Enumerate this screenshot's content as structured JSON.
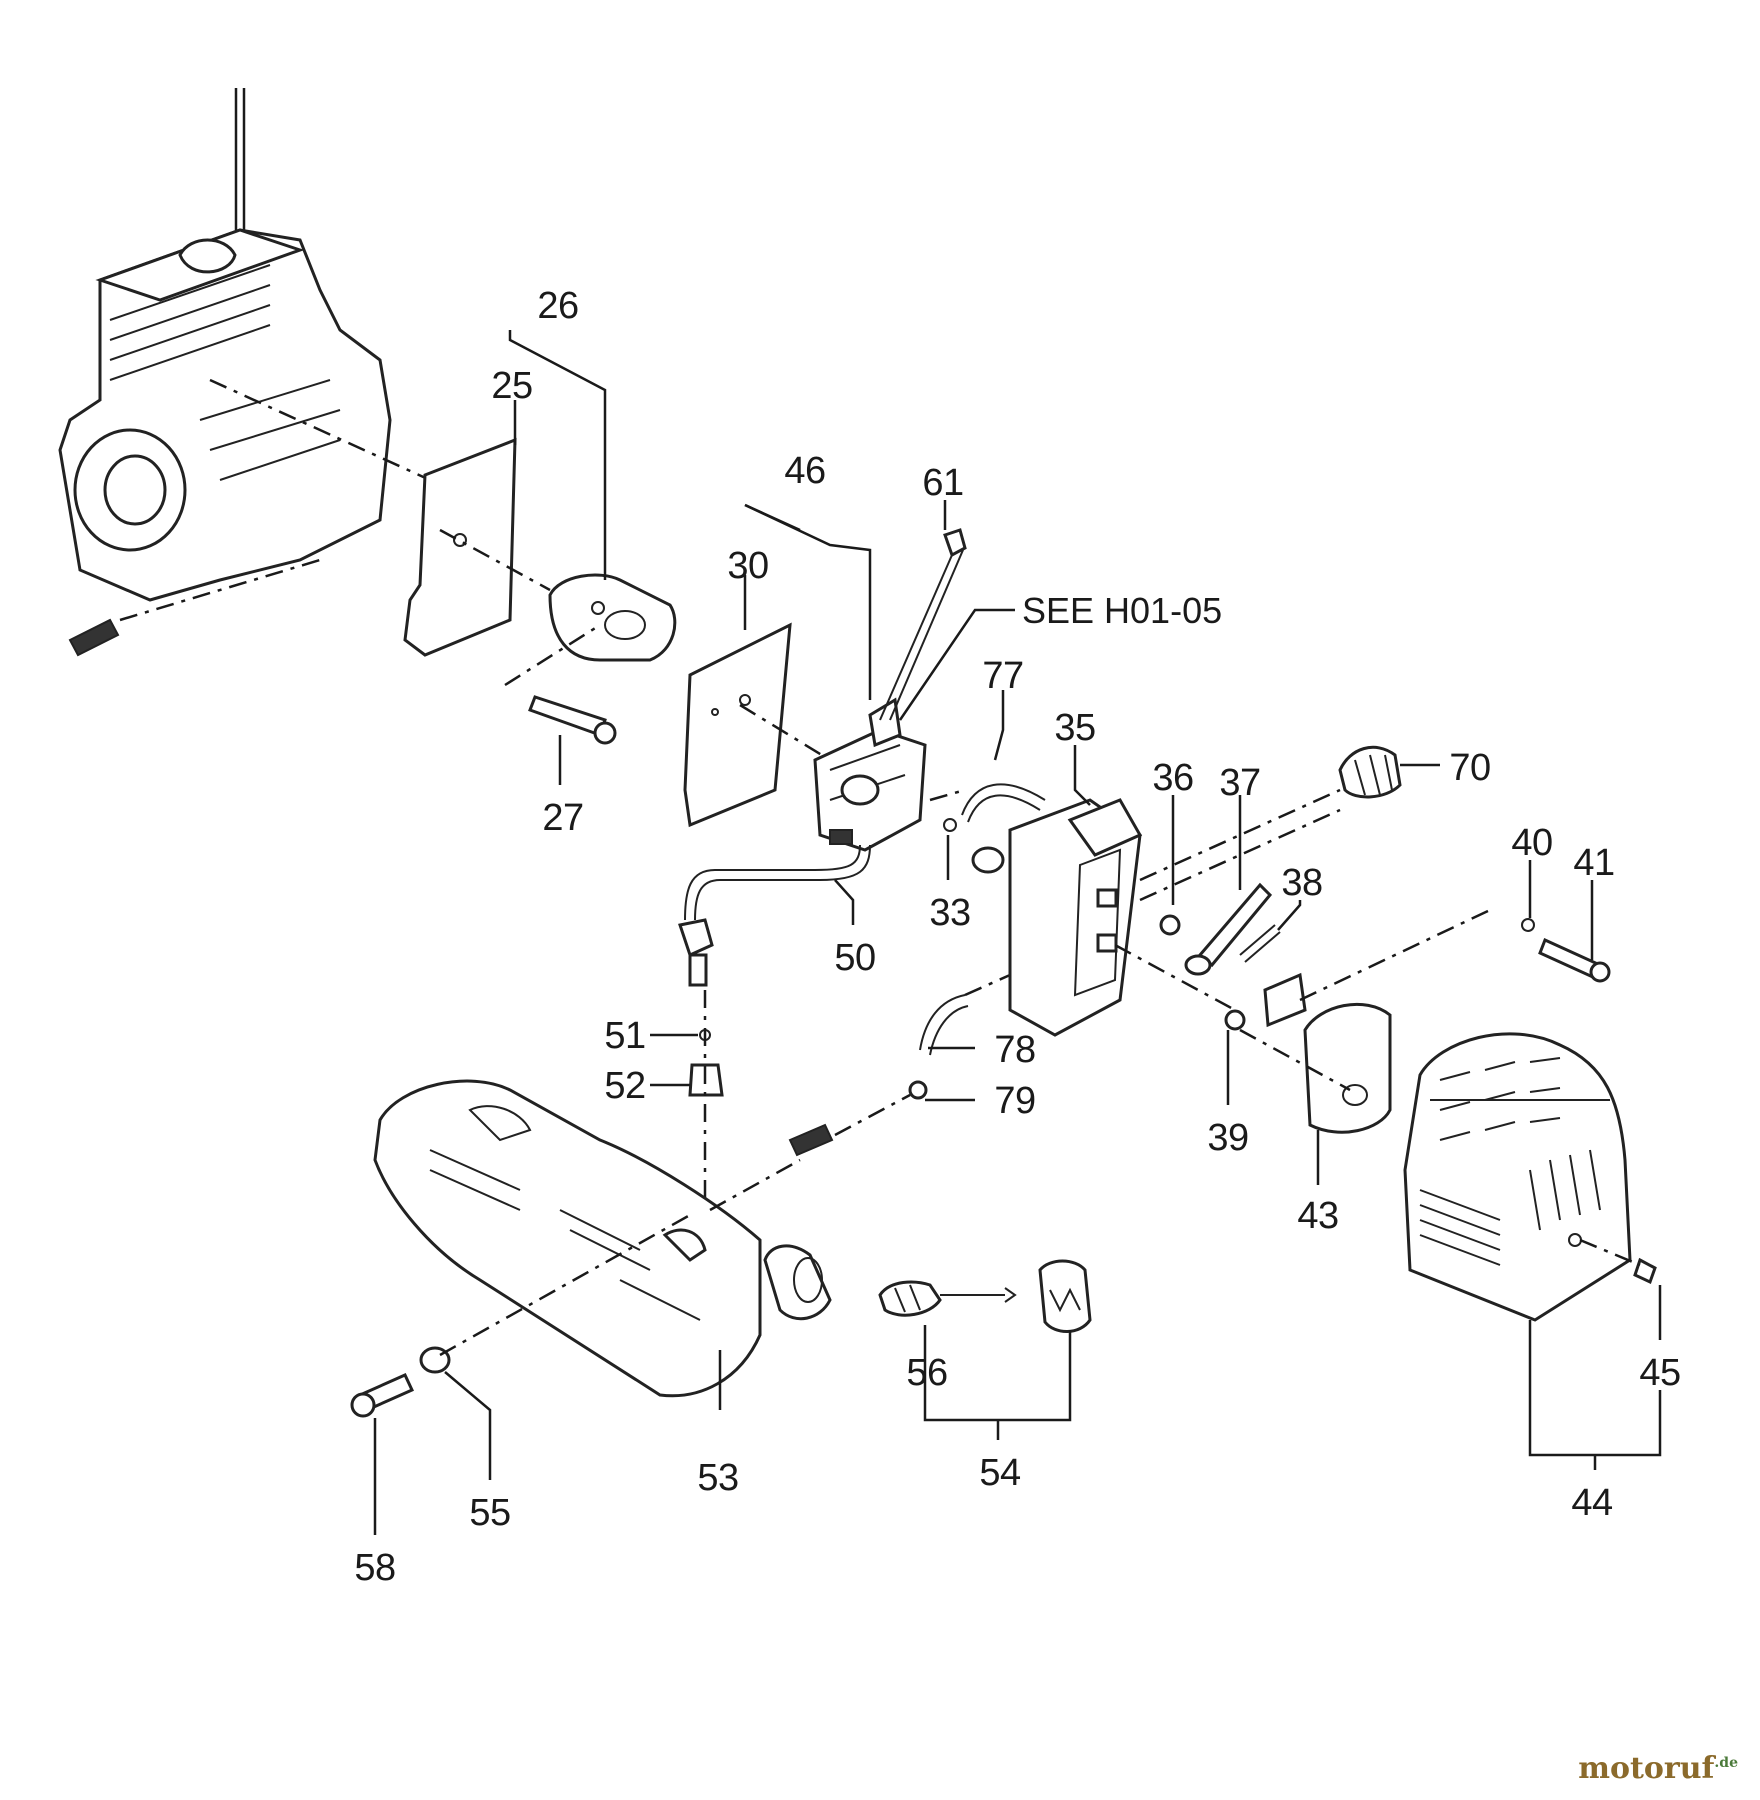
{
  "diagram": {
    "part_numbers": {
      "p25": "25",
      "p26": "26",
      "p27": "27",
      "p30": "30",
      "p33": "33",
      "p35": "35",
      "p36": "36",
      "p37": "37",
      "p38": "38",
      "p39": "39",
      "p40": "40",
      "p41": "41",
      "p43": "43",
      "p44": "44",
      "p45": "45",
      "p46": "46",
      "p50": "50",
      "p51": "51",
      "p52": "52",
      "p53": "53",
      "p54": "54",
      "p55": "55",
      "p56": "56",
      "p58": "58",
      "p61": "61",
      "p70": "70",
      "p77": "77",
      "p78": "78",
      "p79": "79"
    },
    "reference_note": "SEE H01-05"
  },
  "watermark": {
    "main": "motoruf",
    "tld": ".de"
  }
}
